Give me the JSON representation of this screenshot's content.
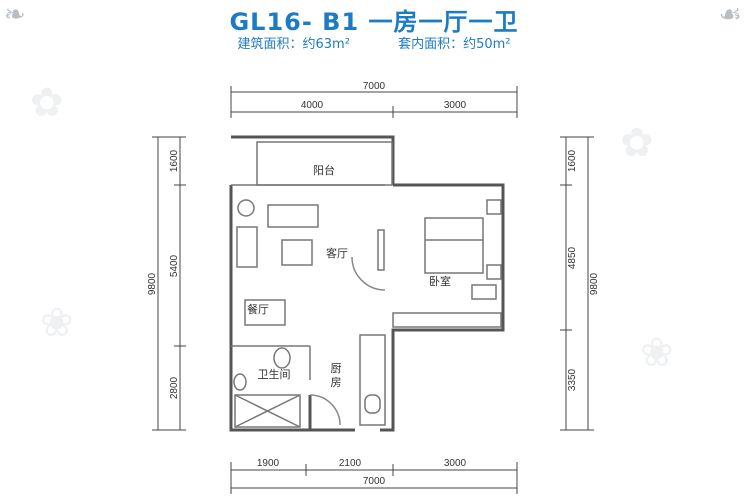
{
  "header": {
    "title": "GL16- B1  一房一厅一卫",
    "build_area": "建筑面积：约63m²",
    "inner_area": "套内面积：约50m²"
  },
  "plan": {
    "rooms": {
      "balcony": "阳台",
      "living": "客厅",
      "bedroom": "卧室",
      "dining": "餐厅",
      "bathroom": "卫生间",
      "kitchen_1": "厨",
      "kitchen_2": "房"
    },
    "dims": {
      "top_total": "7000",
      "top_left": "4000",
      "top_right": "3000",
      "bottom_1": "1900",
      "bottom_2": "2100",
      "bottom_3": "3000",
      "bottom_total": "7000",
      "left_1": "1600",
      "left_2": "5400",
      "left_3": "2800",
      "left_total": "9800",
      "right_1": "1600",
      "right_2": "4850",
      "right_3": "3350",
      "right_total": "9800"
    }
  },
  "colors": {
    "accent": "#1c7bc4",
    "wall": "#555555"
  },
  "icons": [
    "ornament-icon",
    "ornament-icon"
  ]
}
